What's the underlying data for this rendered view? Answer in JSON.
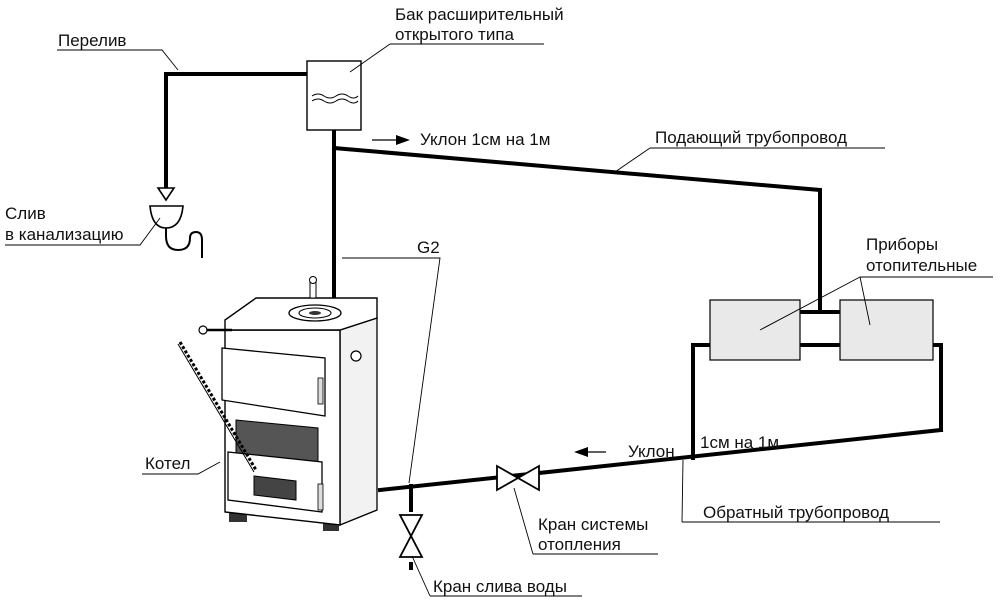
{
  "labels": {
    "tank_line1": "Бак расширительный",
    "tank_line2": "открытого типа",
    "overflow": "Перелив",
    "drain_line1": "Слив",
    "drain_line2": "в канализацию",
    "slope_top": "Уклон 1см на 1м",
    "supply_pipe": "Подающий трубопровод",
    "g2": "G2",
    "radiators_line1": "Приборы",
    "radiators_line2": "отопительные",
    "slope_bottom_a": "Уклон",
    "slope_bottom_b": "1см на 1м",
    "boiler": "Котел",
    "return_pipe": "Обратный трубопровод",
    "system_valve_line1": "Кран системы",
    "system_valve_line2": "отопления",
    "drain_valve": "Кран слива воды"
  },
  "colors": {
    "pipe": "#000000",
    "background": "#ffffff",
    "equipment_fill": "#e9e9e9"
  }
}
